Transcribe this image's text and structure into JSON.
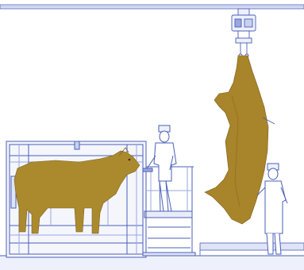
{
  "scene": {
    "colors": {
      "background": "#ffffff",
      "outline": "#4a5fb8",
      "outline_light": "#9aa7de",
      "fill_light": "#e9ecf8",
      "carcass": "#a8842a",
      "animal": "#ab8a2e",
      "floor": "#c9d0ee"
    },
    "elements": [
      "overhead-rail",
      "stunning-box",
      "cattle",
      "stunner-operator",
      "operator-platform",
      "hoist-trolley",
      "hanging-carcass",
      "slaughter-worker",
      "floor"
    ]
  }
}
